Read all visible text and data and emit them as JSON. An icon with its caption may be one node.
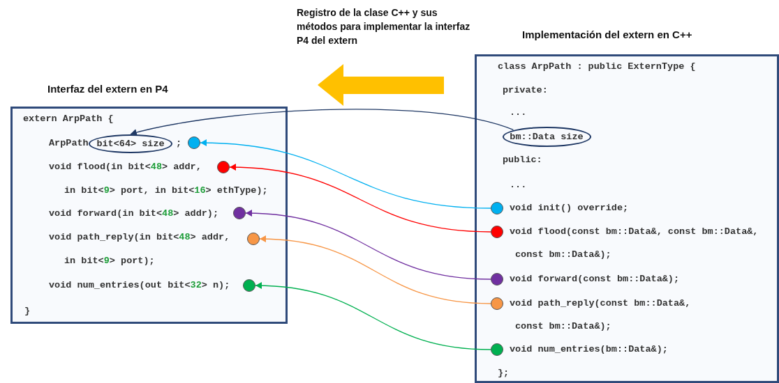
{
  "diagram": {
    "nodes": [
      {
        "text": [
          "Interfaz del extern en P4",
          "extern ArpPath {",
          "ArpPath",
          ";",
          "void flood(in bit<48> addr,",
          "in bit<9> port, in bit<16> ethType);",
          "void forward(in bit<48> addr);",
          "void path_reply(in bit<48> addr,",
          "in bit<9> port);",
          "void num_entries(out bit<32> n);",
          "}"
        ]
      },
      {
        "text": [
          "bit<64> size"
        ],
        "in": 0
      },
      {
        "text": [],
        "shape": "circle",
        "in": 0
      },
      {
        "text": [],
        "shape": "circle",
        "in": 0
      },
      {
        "text": [],
        "shape": "circle",
        "in": 0
      },
      {
        "text": [],
        "shape": "circle",
        "in": 0
      },
      {
        "text": [],
        "shape": "circle",
        "in": 0
      },
      {
        "text": [
          "Implementación del extern en C++",
          "class ArpPath : public ExternType {",
          "private:",
          "...",
          "public:",
          "...",
          "void init() override;",
          "void flood(const bm::Data&, const bm::Data&,",
          "const bm::Data&);",
          "void forward(const bm::Data&);",
          "void path_reply(const bm::Data&,",
          "const bm::Data&);",
          "void num_entries(bm::Data&);",
          "};"
        ]
      },
      {
        "text": [
          "bm::Data size"
        ],
        "in": 7
      },
      {
        "text": [],
        "shape": "circle",
        "in": 7
      },
      {
        "text": [],
        "shape": "circle",
        "in": 7
      },
      {
        "text": [],
        "shape": "circle",
        "in": 7
      },
      {
        "text": [],
        "shape": "circle",
        "in": 7
      },
      {
        "text": [],
        "shape": "circle",
        "in": 7
      }
    ],
    "edges": [
      {
        "from": 8,
        "to": 1,
        "arrow": "to",
        "color": "#1f3864"
      },
      {
        "from": 9,
        "to": 2,
        "arrow": "to",
        "color": "#00b0f0"
      },
      {
        "from": 10,
        "to": 3,
        "arrow": "to",
        "color": "#ff0000"
      },
      {
        "from": 11,
        "to": 4,
        "arrow": "to",
        "color": "#7030a0"
      },
      {
        "from": 12,
        "to": 5,
        "arrow": "to",
        "color": "#f79646"
      },
      {
        "from": 13,
        "to": 6,
        "arrow": "to",
        "color": "#00b050"
      }
    ],
    "labels": [
      "Registro de la clase C++ y sus métodos para implementar la interfaz P4 del extern"
    ]
  }
}
